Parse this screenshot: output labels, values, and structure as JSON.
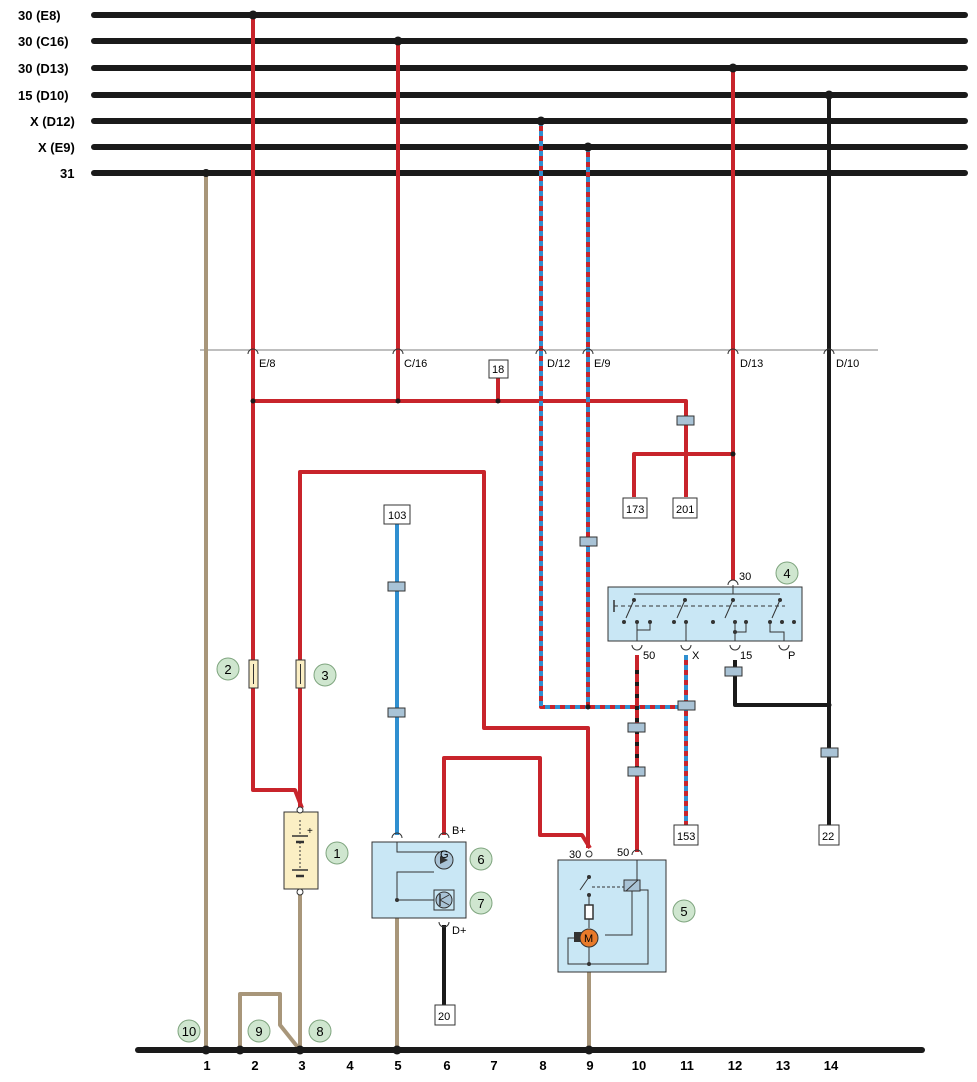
{
  "rails": [
    {
      "id": "r1",
      "label": "30 (E8)"
    },
    {
      "id": "r2",
      "label": "30 (C16)"
    },
    {
      "id": "r3",
      "label": "30 (D13)"
    },
    {
      "id": "r4",
      "label": "15 (D10)"
    },
    {
      "id": "r5",
      "label": "X (D12)"
    },
    {
      "id": "r6",
      "label": "X (E9)"
    },
    {
      "id": "r7",
      "label": "31"
    }
  ],
  "connectors": [
    {
      "id": "c1",
      "label": "E/8"
    },
    {
      "id": "c2",
      "label": "C/16"
    },
    {
      "id": "c3",
      "label": "D/12"
    },
    {
      "id": "c4",
      "label": "E/9"
    },
    {
      "id": "c5",
      "label": "D/13"
    },
    {
      "id": "c6",
      "label": "D/10"
    }
  ],
  "refs": [
    {
      "id": "b18",
      "label": "18"
    },
    {
      "id": "b173",
      "label": "173"
    },
    {
      "id": "b201",
      "label": "201"
    },
    {
      "id": "b103",
      "label": "103"
    },
    {
      "id": "b153",
      "label": "153"
    },
    {
      "id": "b22",
      "label": "22"
    },
    {
      "id": "b20",
      "label": "20"
    }
  ],
  "callouts": [
    {
      "id": "k1",
      "label": "1"
    },
    {
      "id": "k2",
      "label": "2"
    },
    {
      "id": "k3",
      "label": "3"
    },
    {
      "id": "k4",
      "label": "4"
    },
    {
      "id": "k5",
      "label": "5"
    },
    {
      "id": "k6",
      "label": "6"
    },
    {
      "id": "k7",
      "label": "7"
    },
    {
      "id": "k8",
      "label": "8"
    },
    {
      "id": "k9",
      "label": "9"
    },
    {
      "id": "k10",
      "label": "10"
    }
  ],
  "pins": {
    "switch_30": "30",
    "switch_50": "50",
    "switch_x": "X",
    "switch_15": "15",
    "switch_p": "P",
    "starter_30": "30",
    "starter_50": "50",
    "gen_bplus": "B+",
    "gen_dplus": "D+",
    "gen_g": "G",
    "motor_m": "M"
  },
  "columns": [
    "1",
    "2",
    "3",
    "4",
    "5",
    "6",
    "7",
    "8",
    "9",
    "10",
    "11",
    "12",
    "13",
    "14"
  ],
  "colors": {
    "red": "#c8242b",
    "blue": "#2f8fd0",
    "brown": "#a8967a",
    "black": "#1a1a1a",
    "component_fill": "#c9e7f5",
    "battery_fill": "#fbefc4",
    "callout_fill": "#cfe6cf",
    "motor_fill": "#e87a2a"
  }
}
